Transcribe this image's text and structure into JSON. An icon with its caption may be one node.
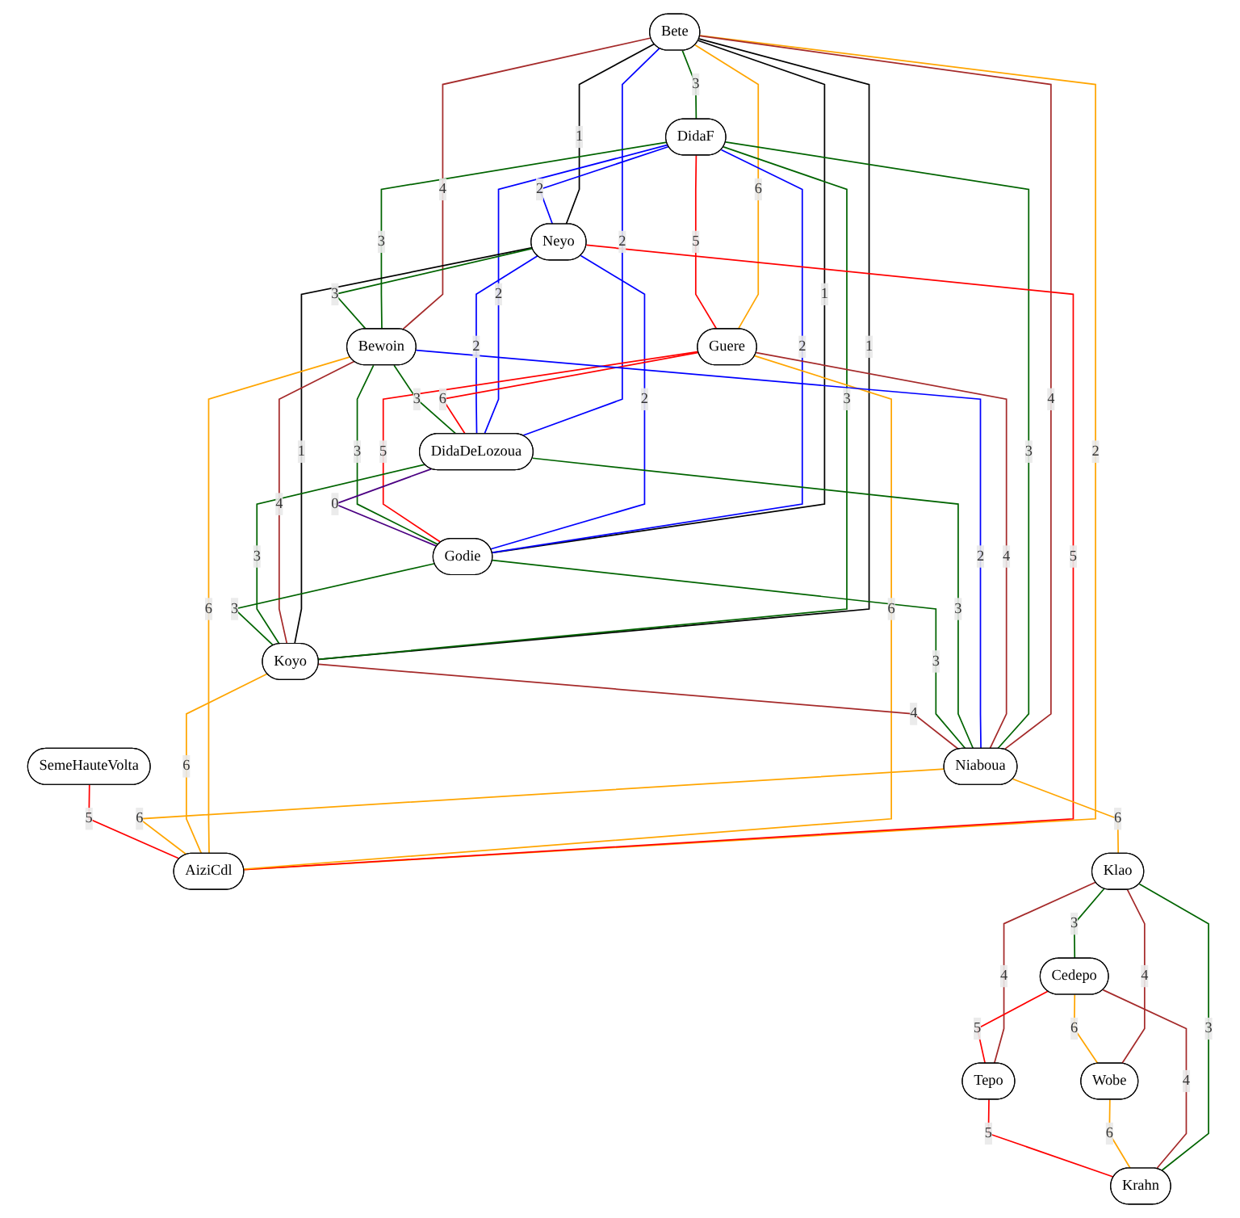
{
  "diagram": {
    "nodes": [
      {
        "text": [
          "Bete"
        ]
      },
      {
        "text": [
          "DidaF"
        ]
      },
      {
        "text": [
          "Neyo"
        ]
      },
      {
        "text": [
          "Guere"
        ]
      },
      {
        "text": [
          "Bewoin"
        ]
      },
      {
        "text": [
          "DidaDeLozoua"
        ]
      },
      {
        "text": [
          "Godie"
        ]
      },
      {
        "text": [
          "Koyo"
        ]
      },
      {
        "text": [
          "Niaboua"
        ]
      },
      {
        "text": [
          "SemeHauteVolta"
        ]
      },
      {
        "text": [
          "AiziCdl"
        ]
      },
      {
        "text": [
          "Klao"
        ]
      },
      {
        "text": [
          "Cedepo"
        ]
      },
      {
        "text": [
          "Wobe"
        ]
      },
      {
        "text": [
          "Krahn"
        ]
      },
      {
        "text": [
          "Tepo"
        ]
      }
    ],
    "edges": [
      {
        "from": 0,
        "to": 1,
        "arrow": "none",
        "label": "3",
        "color": "#006400"
      },
      {
        "from": 0,
        "to": 2,
        "arrow": "none",
        "label": "1",
        "color": "#000000"
      },
      {
        "from": 0,
        "to": 3,
        "arrow": "none",
        "label": "6",
        "color": "#ffa500"
      },
      {
        "from": 0,
        "to": 6,
        "arrow": "none",
        "label": "1",
        "color": "#000000"
      },
      {
        "from": 0,
        "to": 10,
        "arrow": "none",
        "label": "2",
        "color": "#ffa500"
      },
      {
        "from": 0,
        "to": 4,
        "arrow": "none",
        "label": "4",
        "color": "#a52a2a"
      },
      {
        "from": 0,
        "to": 8,
        "arrow": "none",
        "label": "4",
        "color": "#a52a2a"
      },
      {
        "from": 0,
        "to": 7,
        "arrow": "none",
        "label": "1",
        "color": "#000000"
      },
      {
        "from": 0,
        "to": 5,
        "arrow": "none",
        "label": "2",
        "color": "#0000ff"
      },
      {
        "from": 1,
        "to": 2,
        "arrow": "none",
        "label": "2",
        "color": "#0000ff"
      },
      {
        "from": 1,
        "to": 3,
        "arrow": "none",
        "label": "5",
        "color": "#ff0000"
      },
      {
        "from": 1,
        "to": 7,
        "arrow": "none",
        "label": "3",
        "color": "#006400"
      },
      {
        "from": 1,
        "to": 5,
        "arrow": "none",
        "label": "2",
        "color": "#0000ff"
      },
      {
        "from": 1,
        "to": 6,
        "arrow": "none",
        "label": "2",
        "color": "#0000ff"
      },
      {
        "from": 1,
        "to": 8,
        "arrow": "none",
        "label": "3",
        "color": "#006400"
      },
      {
        "from": 1,
        "to": 4,
        "arrow": "none",
        "label": "3",
        "color": "#006400"
      },
      {
        "from": 2,
        "to": 7,
        "arrow": "none",
        "label": "1",
        "color": "#000000"
      },
      {
        "from": 2,
        "to": 5,
        "arrow": "none",
        "label": "2",
        "color": "#0000ff"
      },
      {
        "from": 2,
        "to": 4,
        "arrow": "none",
        "label": "3",
        "color": "#006400"
      },
      {
        "from": 2,
        "to": 6,
        "arrow": "none",
        "label": "2",
        "color": "#0000ff"
      },
      {
        "from": 2,
        "to": 10,
        "arrow": "none",
        "label": "5",
        "color": "#ff0000"
      },
      {
        "from": 3,
        "to": 5,
        "arrow": "none",
        "label": "6",
        "color": "#ff0000"
      },
      {
        "from": 3,
        "to": 10,
        "arrow": "none",
        "label": "6",
        "color": "#ffa500"
      },
      {
        "from": 3,
        "to": 8,
        "arrow": "none",
        "label": "4",
        "color": "#a52a2a"
      },
      {
        "from": 3,
        "to": 6,
        "arrow": "none",
        "label": "5",
        "color": "#ff0000"
      },
      {
        "from": 4,
        "to": 7,
        "arrow": "none",
        "label": "4",
        "color": "#a52a2a"
      },
      {
        "from": 4,
        "to": 5,
        "arrow": "none",
        "label": "3",
        "color": "#006400"
      },
      {
        "from": 4,
        "to": 6,
        "arrow": "none",
        "label": "3",
        "color": "#006400"
      },
      {
        "from": 4,
        "to": 8,
        "arrow": "none",
        "label": "2",
        "color": "#0000ff"
      },
      {
        "from": 4,
        "to": 10,
        "arrow": "none",
        "label": "6",
        "color": "#ffa500"
      },
      {
        "from": 5,
        "to": 6,
        "arrow": "none",
        "label": "0",
        "color": "#4b0082"
      },
      {
        "from": 5,
        "to": 7,
        "arrow": "none",
        "label": "3",
        "color": "#006400"
      },
      {
        "from": 5,
        "to": 8,
        "arrow": "none",
        "label": "3",
        "color": "#006400"
      },
      {
        "from": 6,
        "to": 7,
        "arrow": "none",
        "label": "3",
        "color": "#006400"
      },
      {
        "from": 6,
        "to": 8,
        "arrow": "none",
        "label": "3",
        "color": "#006400"
      },
      {
        "from": 7,
        "to": 8,
        "arrow": "none",
        "label": "4",
        "color": "#a52a2a"
      },
      {
        "from": 7,
        "to": 10,
        "arrow": "none",
        "label": "6",
        "color": "#ffa500"
      },
      {
        "from": 8,
        "to": 10,
        "arrow": "none",
        "label": "6",
        "color": "#ffa500"
      },
      {
        "from": 8,
        "to": 11,
        "arrow": "none",
        "label": "6",
        "color": "#ffa500"
      },
      {
        "from": 9,
        "to": 10,
        "arrow": "none",
        "label": "5",
        "color": "#ff0000"
      },
      {
        "from": 11,
        "to": 12,
        "arrow": "none",
        "label": "3",
        "color": "#006400"
      },
      {
        "from": 11,
        "to": 13,
        "arrow": "none",
        "label": "4",
        "color": "#a52a2a"
      },
      {
        "from": 11,
        "to": 15,
        "arrow": "none",
        "label": "4",
        "color": "#a52a2a"
      },
      {
        "from": 11,
        "to": 14,
        "arrow": "none",
        "label": "3",
        "color": "#006400"
      },
      {
        "from": 12,
        "to": 15,
        "arrow": "none",
        "label": "5",
        "color": "#ff0000"
      },
      {
        "from": 12,
        "to": 14,
        "arrow": "none",
        "label": "4",
        "color": "#a52a2a"
      },
      {
        "from": 12,
        "to": 13,
        "arrow": "none",
        "label": "6",
        "color": "#ffa500"
      },
      {
        "from": 13,
        "to": 14,
        "arrow": "none",
        "label": "6",
        "color": "#ffa500"
      },
      {
        "from": 15,
        "to": 14,
        "arrow": "none",
        "label": "5",
        "color": "#ff0000"
      }
    ]
  }
}
